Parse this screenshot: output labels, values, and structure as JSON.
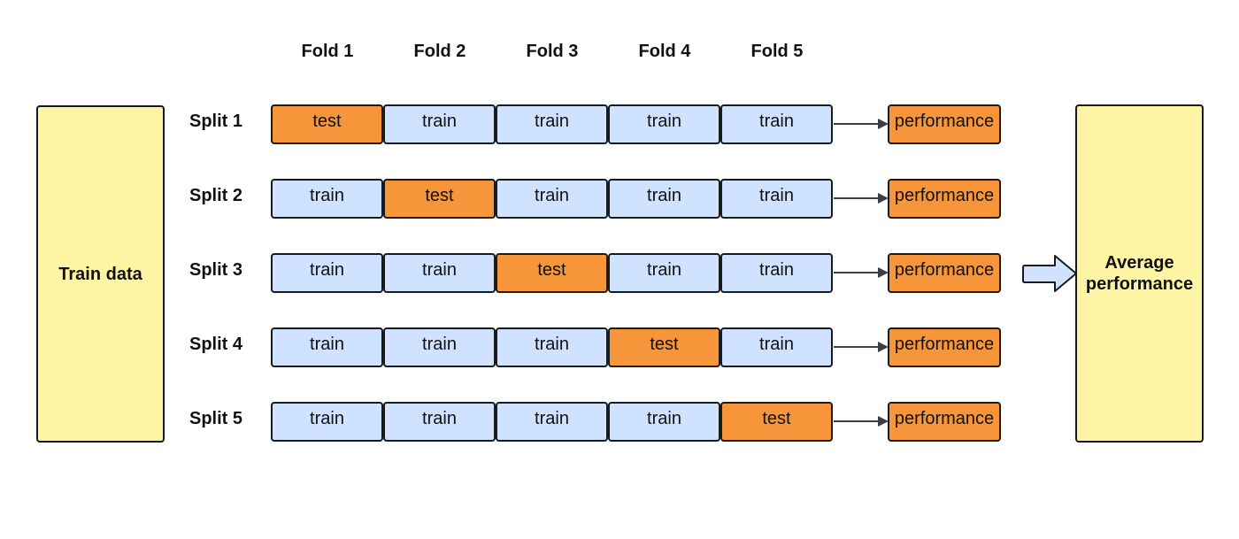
{
  "colors": {
    "test": "#f7953a",
    "train": "#cfe2ff",
    "endpoints": "#fdf5a3",
    "border": "#1a1a1a"
  },
  "left_box": {
    "label": "Train data"
  },
  "right_box": {
    "label_line1": "Average",
    "label_line2": "performance"
  },
  "folds": [
    "Fold 1",
    "Fold 2",
    "Fold 3",
    "Fold 4",
    "Fold 5"
  ],
  "splits": [
    {
      "label": "Split 1",
      "cells": [
        "test",
        "train",
        "train",
        "train",
        "train"
      ],
      "result": "performance"
    },
    {
      "label": "Split 2",
      "cells": [
        "train",
        "test",
        "train",
        "train",
        "train"
      ],
      "result": "performance"
    },
    {
      "label": "Split 3",
      "cells": [
        "train",
        "train",
        "test",
        "train",
        "train"
      ],
      "result": "performance"
    },
    {
      "label": "Split 4",
      "cells": [
        "train",
        "train",
        "train",
        "test",
        "train"
      ],
      "result": "performance"
    },
    {
      "label": "Split 5",
      "cells": [
        "train",
        "train",
        "train",
        "train",
        "test"
      ],
      "result": "performance"
    }
  ],
  "icons": {
    "row_arrow": "arrow-right-icon",
    "aggregate_arrow": "block-arrow-right-icon"
  }
}
